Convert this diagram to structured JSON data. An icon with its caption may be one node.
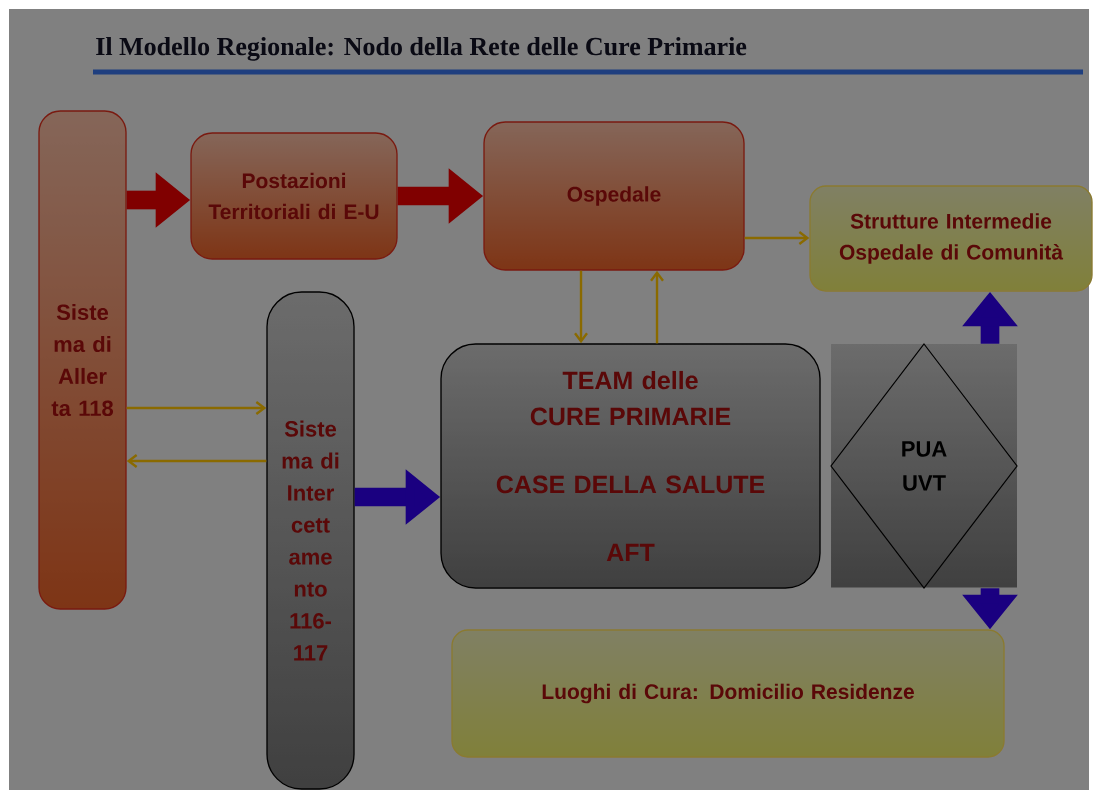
{
  "diagram": {
    "title": "Il Modello Regionale: Nodo della Rete delle Cure Primarie",
    "nodes": [
      {
        "text": [
          "Siste ma di Aller ta 118"
        ]
      },
      {
        "text": [
          "Postazioni Territoriali di E-U"
        ]
      },
      {
        "text": [
          "Ospedale"
        ]
      },
      {
        "text": [
          "Strutture Intermedie Ospedale di Comunità"
        ]
      },
      {
        "text": [
          "Siste ma di Inter cett ame nto 116- 117"
        ]
      },
      {
        "text": [
          "TEAM delle CURE PRIMARIE",
          "CASE DELLA SALUTE",
          "AFT"
        ]
      },
      {
        "text": [
          "PUA UVT"
        ]
      },
      {
        "text": [
          "Luoghi di Cura: Domicilio Residenze"
        ]
      }
    ],
    "edges": [
      {
        "from": 0,
        "to": 1,
        "arrow": "to",
        "style": "thick",
        "color": "#800000"
      },
      {
        "from": 1,
        "to": 2,
        "arrow": "to",
        "style": "thick",
        "color": "#800000"
      },
      {
        "from": 2,
        "to": 3,
        "arrow": "to"
      },
      {
        "from": 2,
        "to": 5,
        "arrow": "to"
      },
      {
        "from": 5,
        "to": 2,
        "arrow": "to"
      },
      {
        "from": 0,
        "to": 4,
        "arrow": "to"
      },
      {
        "from": 4,
        "to": 0,
        "arrow": "to"
      },
      {
        "from": 4,
        "to": 5,
        "arrow": "to",
        "style": "thick",
        "color": "#1a0080"
      },
      {
        "from": 6,
        "to": 3,
        "arrow": "to",
        "style": "thick",
        "color": "#1a0080"
      },
      {
        "from": 6,
        "to": 7,
        "arrow": "to",
        "style": "thick",
        "color": "#1a0080"
      }
    ]
  }
}
